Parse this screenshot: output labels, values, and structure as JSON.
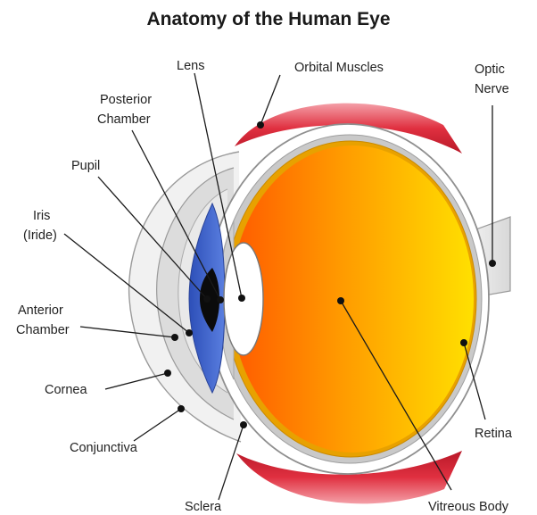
{
  "title": "Anatomy of the Human Eye",
  "labels": {
    "lens": "Lens",
    "orbital_muscles": "Orbital Muscles",
    "optic_nerve_1": "Optic",
    "optic_nerve_2": "Nerve",
    "posterior_chamber_1": "Posterior",
    "posterior_chamber_2": "Chamber",
    "pupil": "Pupil",
    "iris_1": "Iris",
    "iris_2": "(Iride)",
    "anterior_chamber_1": "Anterior",
    "anterior_chamber_2": "Chamber",
    "cornea": "Cornea",
    "conjunctiva": "Conjunctiva",
    "sclera": "Sclera",
    "vitreous_body": "Vitreous Body",
    "retina": "Retina"
  },
  "colors": {
    "vitreous_light": "#ffd400",
    "vitreous_dark": "#ff6a00",
    "iris": "#3f63c8",
    "muscle": "#d8283a",
    "sclera_grey": "#bdbdbd",
    "outline": "#9a9a9a"
  }
}
